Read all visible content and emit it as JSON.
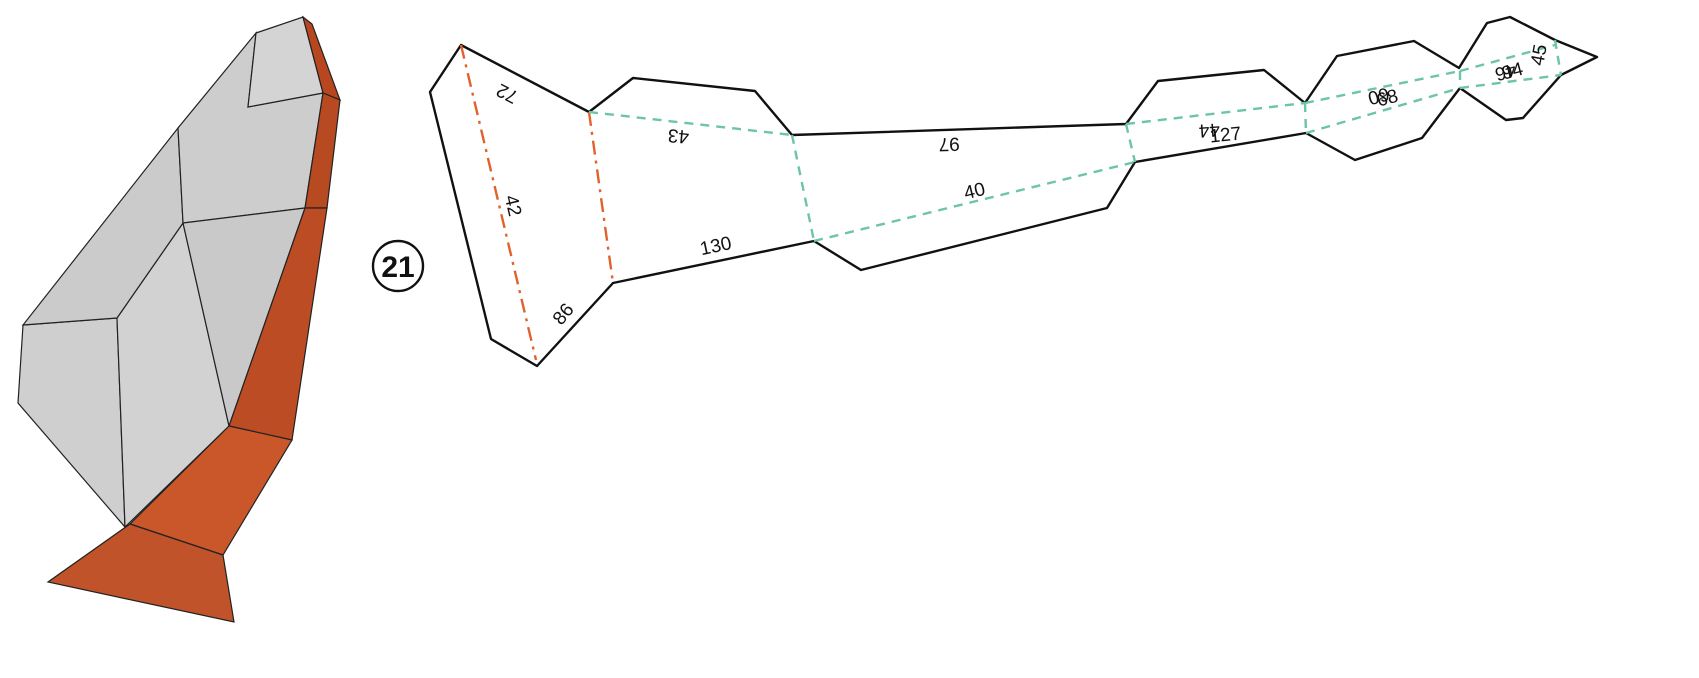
{
  "step": {
    "number": "21"
  },
  "colors": {
    "gray_face": "#cfcfcf",
    "orange_face": "#c4552a",
    "orange_dark": "#a9441f",
    "valley_fold": "#6cc4aa",
    "mountain_fold": "#e0622c",
    "edge": "#111111"
  },
  "template": {
    "edge_labels": [
      "72",
      "42",
      "86",
      "43",
      "130",
      "97",
      "40",
      "127",
      "44",
      "68",
      "60",
      "94",
      "46",
      "45"
    ]
  }
}
